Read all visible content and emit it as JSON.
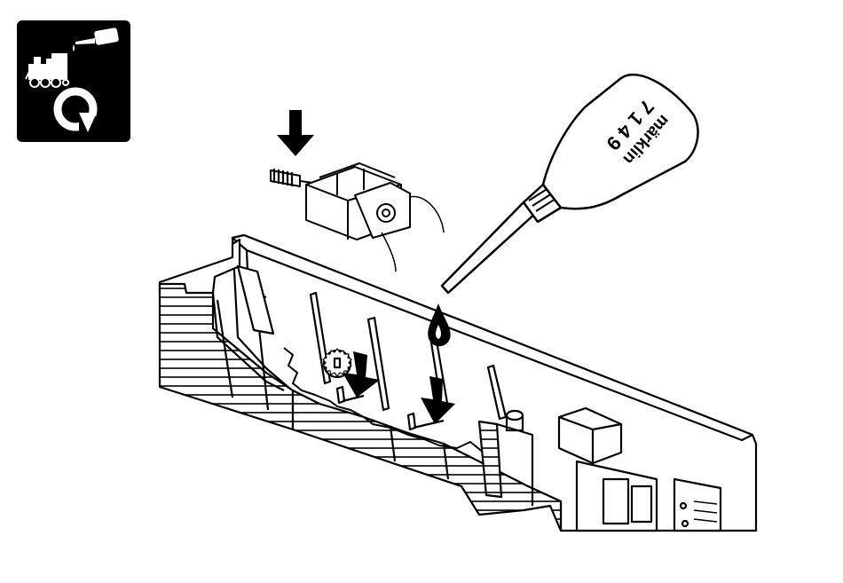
{
  "badge": {
    "icon": "maintenance-oiling-icon",
    "bg": "#000000",
    "fg": "#ffffff"
  },
  "oil_bottle": {
    "brand": "märklin",
    "number": "7 1 4 9"
  },
  "arrows": [
    "motor-arrow",
    "gear-shaft-arrow",
    "second-shaft-arrow"
  ],
  "colors": {
    "line": "#000000",
    "background": "#ffffff"
  }
}
